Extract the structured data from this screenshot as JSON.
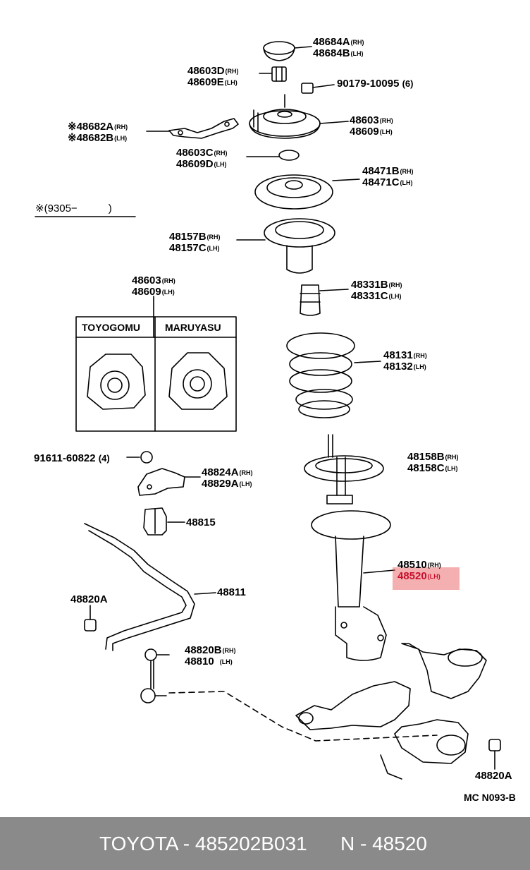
{
  "labels": {
    "l48684": {
      "a": "48684A",
      "a_suf": "(RH)",
      "b": "48684B",
      "b_suf": "(LH)"
    },
    "l48603d": {
      "a": "48603D",
      "a_suf": "(RH)",
      "b": "48609E",
      "b_suf": "(LH)"
    },
    "l90179": {
      "text": "90179-10095",
      "qty": "(6)"
    },
    "l48682": {
      "a": "※48682A",
      "a_suf": "(RH)",
      "b": "※48682B",
      "b_suf": "(LH)"
    },
    "l48603": {
      "a": "48603",
      "a_suf": "(RH)",
      "b": "48609",
      "b_suf": "(LH)"
    },
    "l48603c": {
      "a": "48603C",
      "a_suf": "(RH)",
      "b": "48609D",
      "b_suf": "(LH)"
    },
    "l48471": {
      "a": "48471B",
      "a_suf": "(RH)",
      "b": "48471C",
      "b_suf": "(LH)"
    },
    "note": {
      "text": "※(9305−",
      "close": ")"
    },
    "l48157": {
      "a": "48157B",
      "a_suf": "(RH)",
      "b": "48157C",
      "b_suf": "(LH)"
    },
    "l48603box": {
      "a": "48603",
      "a_suf": "(RH)",
      "b": "48609",
      "b_suf": "(LH)"
    },
    "l48331": {
      "a": "48331B",
      "a_suf": "(RH)",
      "b": "48331C",
      "b_suf": "(LH)"
    },
    "box": {
      "left": "TOYOGOMU",
      "right": "MARUYASU"
    },
    "l48131": {
      "a": "48131",
      "a_suf": "(RH)",
      "b": "48132",
      "b_suf": "(LH)"
    },
    "l91611": {
      "text": "91611-60822",
      "qty": "(4)"
    },
    "l48158": {
      "a": "48158B",
      "a_suf": "(RH)",
      "b": "48158C",
      "b_suf": "(LH)"
    },
    "l48824": {
      "a": "48824A",
      "a_suf": "(RH)",
      "b": "48829A",
      "b_suf": "(LH)"
    },
    "l48815": {
      "text": "48815"
    },
    "l48510": {
      "a": "48510",
      "a_suf": "(RH)",
      "b": "48520",
      "b_suf": "(LH)"
    },
    "l48811": {
      "text": "48811"
    },
    "l48820a_left": {
      "text": "48820A"
    },
    "l48820b": {
      "a": "48820B",
      "a_suf": "(RH)",
      "b": "48810",
      "b_suf": "(LH)"
    },
    "l48820a_right": {
      "text": "48820A"
    },
    "diagram_code": {
      "text": "MC N093-B"
    }
  },
  "footer": {
    "brand_part": "TOYOTA - 485202B031",
    "ref": "N - 48520"
  },
  "colors": {
    "highlight": "#e65050",
    "footer_bg": "#8a8a8a",
    "footer_text": "#ffffff"
  }
}
